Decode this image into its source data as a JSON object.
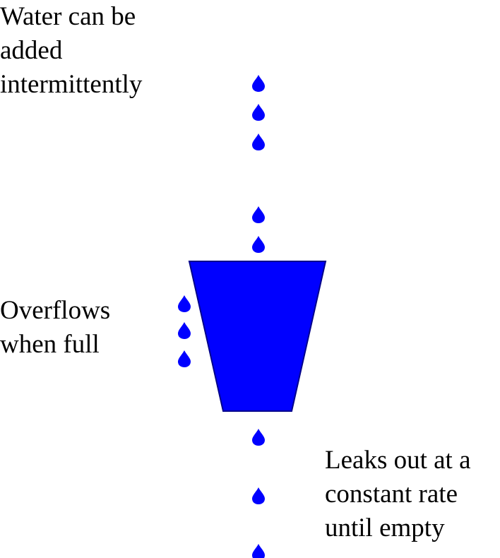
{
  "labels": {
    "added": [
      "Water can be",
      "added",
      "intermittently"
    ],
    "overflow": [
      "Overflows",
      "when full"
    ],
    "leak": [
      "Leaks out at a",
      "constant rate",
      "until empty"
    ]
  },
  "colors": {
    "water": "#0000ff",
    "bucket_fill": "#0000ff",
    "bucket_stroke": "#00008b",
    "text": "#000000",
    "background": "#ffffff"
  }
}
